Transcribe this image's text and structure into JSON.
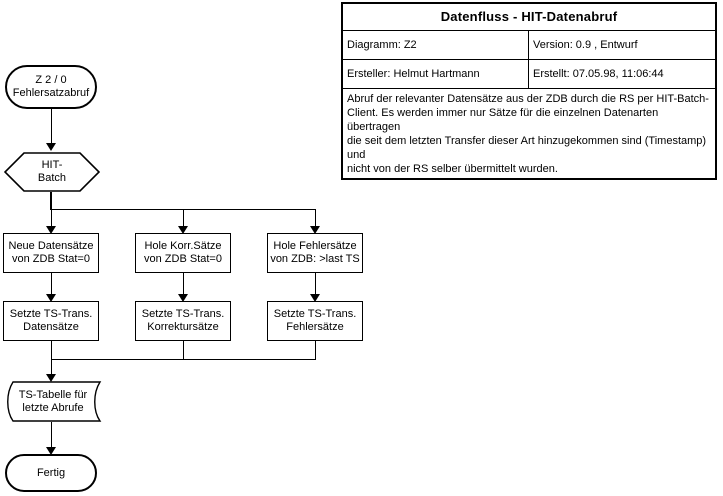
{
  "info_table": {
    "title": "Datenfluss - HIT-Datenabruf",
    "rows": [
      {
        "left": "Diagramm: Z2",
        "right": "Version: 0.9 , Entwurf"
      },
      {
        "left": "Ersteller: Helmut Hartmann",
        "right": "Erstellt:  07.05.98, 11:06:44"
      }
    ],
    "description_lines": [
      "Abruf der relevanter Datensätze aus der ZDB durch die RS per HIT-Batch-",
      "Client. Es werden immer nur Sätze für die einzelnen Datenarten übertragen",
      "die seit dem letzten Transfer dieser Art hinzugekommen sind (Timestamp) und",
      "nicht von der RS selber übermittelt wurden."
    ]
  },
  "flowchart": {
    "start": {
      "line1": "Z 2 / 0",
      "line2": "Fehlersatzabruf"
    },
    "batch": {
      "line1": "HIT-",
      "line2": "Batch"
    },
    "fetch_row": [
      {
        "line1": "Neue Datensätze",
        "line2": "von ZDB Stat=0"
      },
      {
        "line1": "Hole Korr.Sätze",
        "line2": "von ZDB Stat=0"
      },
      {
        "line1": "Hole Fehlersätze",
        "line2": "von ZDB: >last TS"
      }
    ],
    "set_row": [
      {
        "line1": "Setzte TS-Trans.",
        "line2": "Datensätze"
      },
      {
        "line1": "Setzte TS-Trans.",
        "line2": "Korrektursätze"
      },
      {
        "line1": "Setzte TS-Trans.",
        "line2": "Fehlersätze"
      }
    ],
    "store": {
      "line1": "TS-Tabelle für",
      "line2": "letzte Abrufe"
    },
    "end": {
      "line1": "Fertig"
    }
  },
  "colors": {
    "stroke": "#000000",
    "background": "#ffffff"
  }
}
